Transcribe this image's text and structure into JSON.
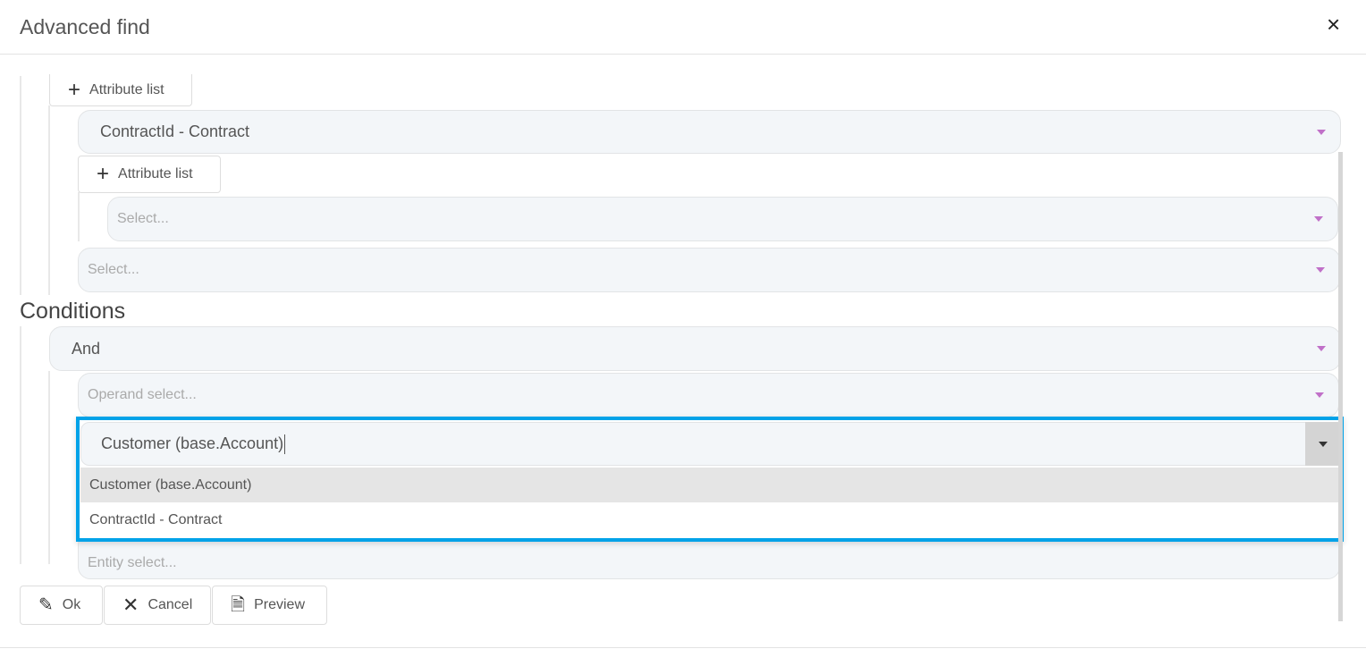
{
  "header": {
    "title": "Advanced find",
    "close_icon": "×"
  },
  "query": {
    "attribute_list_label": "Attribute list",
    "linked_entity": "ContractId - Contract",
    "nested_attribute_list_label": "Attribute list",
    "nested_select_placeholder": "Select...",
    "select_placeholder": "Select..."
  },
  "conditions": {
    "heading": "Conditions",
    "group_operator": "And",
    "operand_placeholder": "Operand select...",
    "entity_input_value": "Customer (base.Account)",
    "entity_placeholder": "Entity select...",
    "options": [
      "Customer (base.Account)",
      "ContractId - Contract"
    ]
  },
  "footer": {
    "ok": "Ok",
    "cancel": "Cancel",
    "preview": "Preview"
  },
  "colors": {
    "highlight": "#00a2e8",
    "arrow": "#c070c8"
  }
}
